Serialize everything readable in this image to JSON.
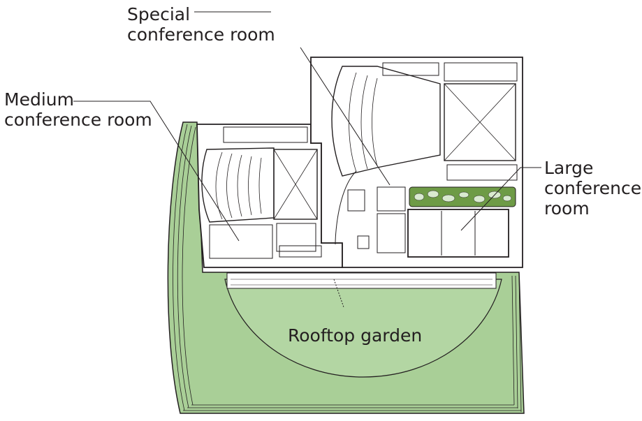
{
  "labels": {
    "special": [
      "Special",
      "conference room"
    ],
    "medium": [
      "Medium",
      "conference room"
    ],
    "large": [
      "Large",
      "conference",
      "room"
    ],
    "garden": "Rooftop garden"
  },
  "colors": {
    "garden_fill": "#a9cf97",
    "garden_inner": "#b3d6a3",
    "line": "#231f20",
    "planter": "#6e9b46",
    "background": "#ffffff"
  }
}
